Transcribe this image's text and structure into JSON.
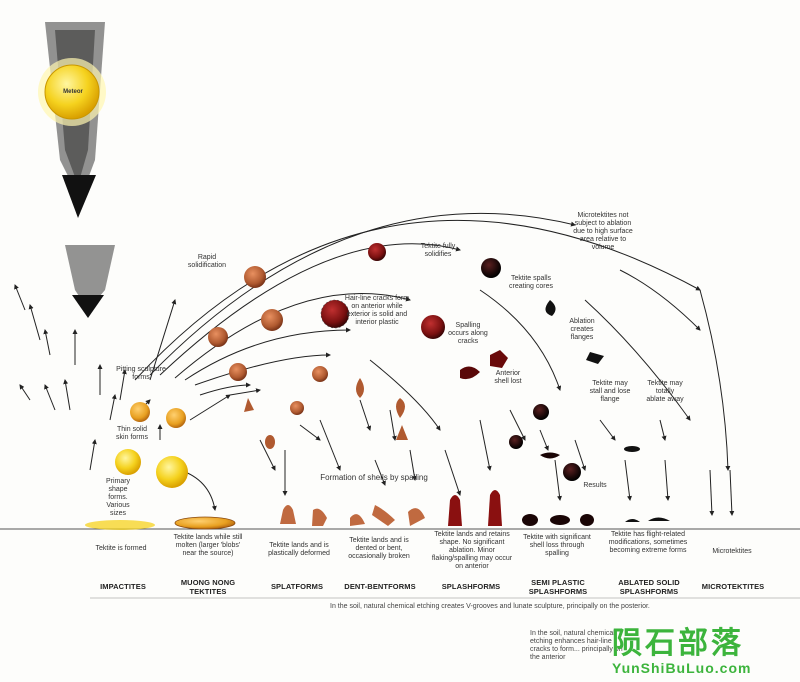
{
  "meteor": {
    "label": "Meteor"
  },
  "annotations": {
    "rapid_solidification": "Rapid solidification",
    "tektite_fully_solidifies": "Tektite fully solidifies",
    "hairline_cracks": "Hair-line cracks form on anterior while exterior is solid and interior plastic",
    "tektite_spalls": "Tektite spalls creating cores",
    "spalling_occurs": "Spalling occurs along cracks",
    "anterior_shell_lost": "Anterior shell lost",
    "ablation_creates": "Ablation creates flanges",
    "microtektites_not_subject": "Microtektites not subject to ablation due to high surface area relative to volume",
    "tektite_may_stall": "Tektite may stall and lose flange",
    "tektite_may_totally": "Tektite may totally ablate away",
    "pitting_sculpture": "Pitting sculpture forms",
    "thin_solid_skin": "Thin solid skin forms",
    "primary_shapes": "Primary shape forms. Various sizes",
    "formation_of_shells": "Formation of shells by spalling",
    "results": "Results"
  },
  "ground_labels": {
    "tektite_formed": "Tektite is formed",
    "still_molten": "Tektite lands while still molten (larger 'blobs' near the source)",
    "lands_plastic": "Tektite lands and is plastically deformed",
    "dented_bent": "Tektite lands and is dented or bent, occasionally broken",
    "retains_shape": "Tektite lands and retains shape. No significant ablation. Minor flaking/spalling may occur on anterior",
    "shell_loss": "Tektite with significant shell loss through spalling",
    "flight_modifications": "Tektite has flight-related modifications, sometimes becoming extreme forms",
    "microtektites": "Microtektites"
  },
  "categories": [
    "IMPACTITES",
    "MUONG NONG TEKTITES",
    "SPLATFORMS",
    "DENT-BENTFORMS",
    "SPLASHFORMS",
    "SEMI PLASTIC SPLASHFORMS",
    "ABLATED SOLID SPLASHFORMS",
    "MICROTEKTITES"
  ],
  "footnotes": {
    "line1": "In the soil, natural chemical etching creates V-grooves and lunate sculpture, principally on the posterior.",
    "line2": "In the soil, natural chemical etching enhances hair-line cracks to form... principally on the anterior"
  },
  "watermark": {
    "cn": "陨石部落",
    "en": "YunShiBuLuo.com"
  },
  "colors": {
    "meteor_yellow": "#f5d21e",
    "molten_orange": "#e8a020",
    "cooling_brown": "#b05a30",
    "dark_red": "#7a1010",
    "black": "#111111",
    "watermark_green": "#3cb43c"
  }
}
